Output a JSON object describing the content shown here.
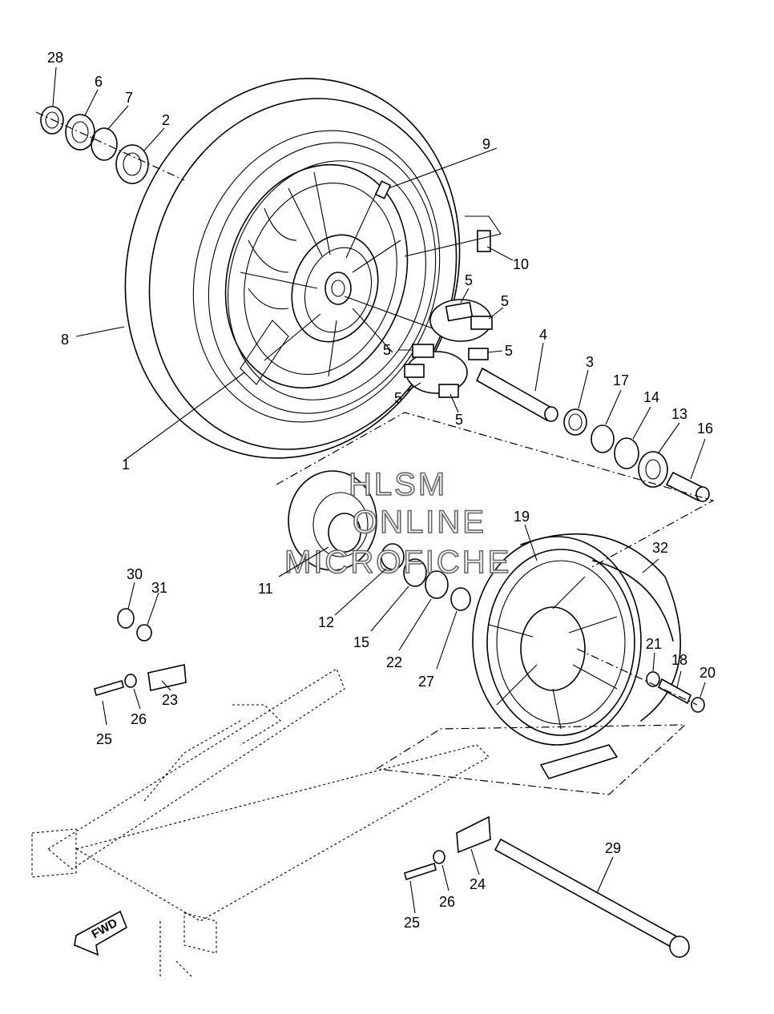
{
  "watermark": {
    "line1": "HLSM",
    "line2": "ONLINE",
    "line3": "MICROFICHE"
  },
  "direction_badge": {
    "label": "FWD"
  },
  "callouts": [
    {
      "id": "c1",
      "label": "1"
    },
    {
      "id": "c2",
      "label": "2"
    },
    {
      "id": "c3",
      "label": "3"
    },
    {
      "id": "c4",
      "label": "4"
    },
    {
      "id": "c5a",
      "label": "5"
    },
    {
      "id": "c5b",
      "label": "5"
    },
    {
      "id": "c5c",
      "label": "5"
    },
    {
      "id": "c5d",
      "label": "5"
    },
    {
      "id": "c5e",
      "label": "5"
    },
    {
      "id": "c5f",
      "label": "5"
    },
    {
      "id": "c6",
      "label": "6"
    },
    {
      "id": "c7",
      "label": "7"
    },
    {
      "id": "c8",
      "label": "8"
    },
    {
      "id": "c9",
      "label": "9"
    },
    {
      "id": "c10",
      "label": "10"
    },
    {
      "id": "c11",
      "label": "11"
    },
    {
      "id": "c12",
      "label": "12"
    },
    {
      "id": "c13",
      "label": "13"
    },
    {
      "id": "c14",
      "label": "14"
    },
    {
      "id": "c15",
      "label": "15"
    },
    {
      "id": "c16",
      "label": "16"
    },
    {
      "id": "c17",
      "label": "17"
    },
    {
      "id": "c18",
      "label": "18"
    },
    {
      "id": "c19",
      "label": "19"
    },
    {
      "id": "c20",
      "label": "20"
    },
    {
      "id": "c21",
      "label": "21"
    },
    {
      "id": "c22",
      "label": "22"
    },
    {
      "id": "c23",
      "label": "23"
    },
    {
      "id": "c24",
      "label": "24"
    },
    {
      "id": "c25a",
      "label": "25"
    },
    {
      "id": "c25b",
      "label": "25"
    },
    {
      "id": "c26a",
      "label": "26"
    },
    {
      "id": "c26b",
      "label": "26"
    },
    {
      "id": "c27",
      "label": "27"
    },
    {
      "id": "c28",
      "label": "28"
    },
    {
      "id": "c29",
      "label": "29"
    },
    {
      "id": "c30",
      "label": "30"
    },
    {
      "id": "c31",
      "label": "31"
    },
    {
      "id": "c32",
      "label": "32"
    }
  ]
}
